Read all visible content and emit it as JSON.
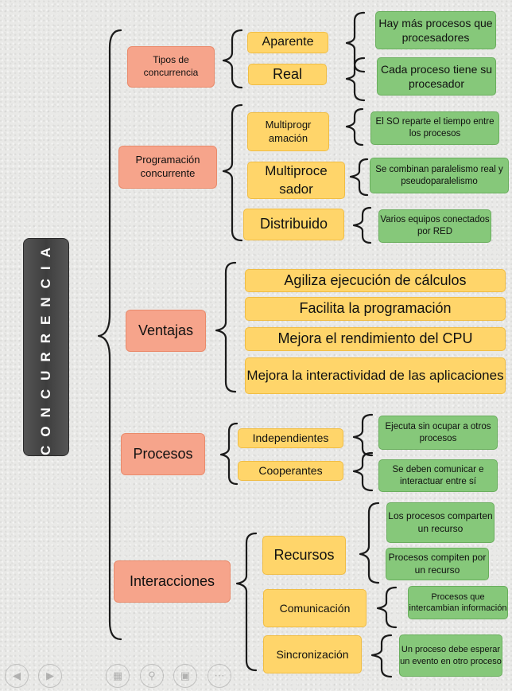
{
  "root": {
    "title": "CONCURRENCIA"
  },
  "categories": {
    "tipos": {
      "label": "Tipos de concurrencia",
      "items": {
        "aparente": {
          "label": "Aparente",
          "detail": "Hay más procesos que procesadores"
        },
        "real": {
          "label": "Real",
          "detail": "Cada proceso tiene su procesador"
        }
      }
    },
    "programacion": {
      "label": "Programación concurrente",
      "items": {
        "multiprogramacion": {
          "label": "Multiprogr amación",
          "detail": "El SO reparte el tiempo entre los procesos"
        },
        "multiprocesador": {
          "label": "Multiproce sador",
          "detail": "Se combinan paralelismo real y pseudoparalelismo"
        },
        "distribuido": {
          "label": "Distribuido",
          "detail": "Varios equipos conectados por RED"
        }
      }
    },
    "ventajas": {
      "label": "Ventajas",
      "items": [
        "Agiliza ejecución de cálculos",
        "Facilita la programación",
        "Mejora el rendimiento del CPU",
        "Mejora la interactividad de las aplicaciones"
      ]
    },
    "procesos": {
      "label": "Procesos",
      "items": {
        "independientes": {
          "label": "Independientes",
          "detail": "Ejecuta sin ocupar a otros procesos"
        },
        "cooperantes": {
          "label": "Cooperantes",
          "detail": "Se deben comunicar e interactuar entre sí"
        }
      }
    },
    "interacciones": {
      "label": "Interacciones",
      "items": {
        "recursos": {
          "label": "Recursos",
          "details": [
            "Los procesos comparten un recurso",
            "Procesos compiten por un recurso"
          ]
        },
        "comunicacion": {
          "label": "Comunicación",
          "detail": "Procesos que intercambian información"
        },
        "sincronizacion": {
          "label": "Sincronización",
          "detail": "Un proceso debe esperar un evento en otro proceso"
        }
      }
    }
  },
  "nav_icons": [
    "arrow-left-icon",
    "arrow-right-icon",
    "pages-icon",
    "zoom-icon",
    "slideshow-icon",
    "more-icon"
  ]
}
